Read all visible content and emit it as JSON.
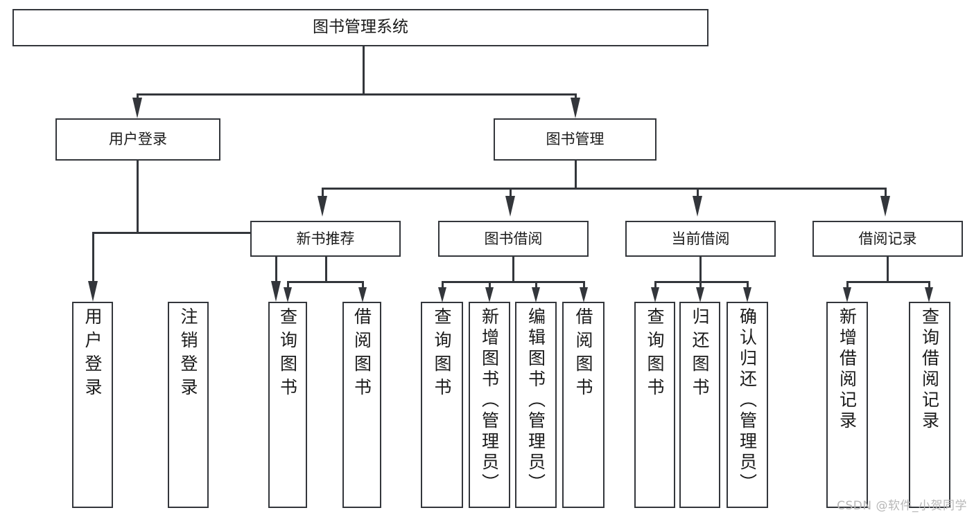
{
  "diagram": {
    "title": "图书管理系统",
    "type": "tree",
    "watermark": "CSDN @软件_小贺同学",
    "colors": {
      "stroke": "#33363b",
      "fill": "#ffffff",
      "text": "#1a1a1a",
      "watermark": "#b7b7b7"
    },
    "root": {
      "label": "图书管理系统"
    },
    "level1": [
      {
        "label": "用户登录"
      },
      {
        "label": "图书管理"
      }
    ],
    "level2": [
      {
        "label": "新书推荐"
      },
      {
        "label": "图书借阅"
      },
      {
        "label": "当前借阅"
      },
      {
        "label": "借阅记录"
      }
    ],
    "leaves": {
      "user_login": [
        {
          "label": "用户登录"
        },
        {
          "label": "注销登录"
        }
      ],
      "new_book": [
        {
          "label": "查询图书"
        },
        {
          "label": "借阅图书"
        }
      ],
      "borrow_book": [
        {
          "label": "查询图书"
        },
        {
          "label": "新增图书（管理员）"
        },
        {
          "label": "编辑图书（管理员）"
        },
        {
          "label": "借阅图书"
        }
      ],
      "current_borrow": [
        {
          "label": "查询图书"
        },
        {
          "label": "归还图书"
        },
        {
          "label": "确认归还（管理员）"
        }
      ],
      "borrow_record": [
        {
          "label": "新增借阅记录"
        },
        {
          "label": "查询借阅记录"
        }
      ]
    }
  }
}
